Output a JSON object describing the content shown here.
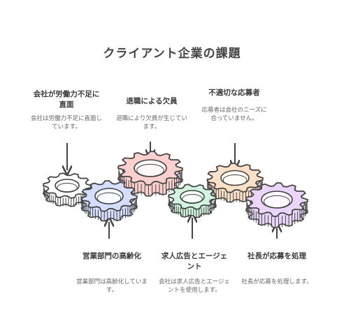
{
  "title": "クライアント企業の課題",
  "labels": {
    "shortage": {
      "title": "会社が労働力不足に直面",
      "desc": "会社は労働力不足に直面しています。"
    },
    "retire": {
      "title": "退職による欠員",
      "desc": "退職により欠員が生じています。"
    },
    "apply": {
      "title": "不適切な応募者",
      "desc": "応募者は会社のニーズに合っていません。"
    },
    "aging": {
      "title": "営業部門の高齢化",
      "desc": "営業部門は高齢化しています。"
    },
    "ads": {
      "title": "求人広告とエージェント",
      "desc": "会社は求人広告とエージェントを使用します。"
    },
    "president": {
      "title": "社長が応募を処理",
      "desc": "社長が応募を処理します。"
    }
  },
  "colors": {
    "gear1": "#ffffff",
    "gear2": "#d5deff",
    "gear3": "#fdd0d0",
    "gear4": "#d2f5df",
    "gear5": "#fde0c8",
    "gear6": "#ecd5fb",
    "stroke": "#444444"
  },
  "icons": [
    "gear-icon",
    "arrow-down-icon",
    "arrow-up-icon"
  ]
}
